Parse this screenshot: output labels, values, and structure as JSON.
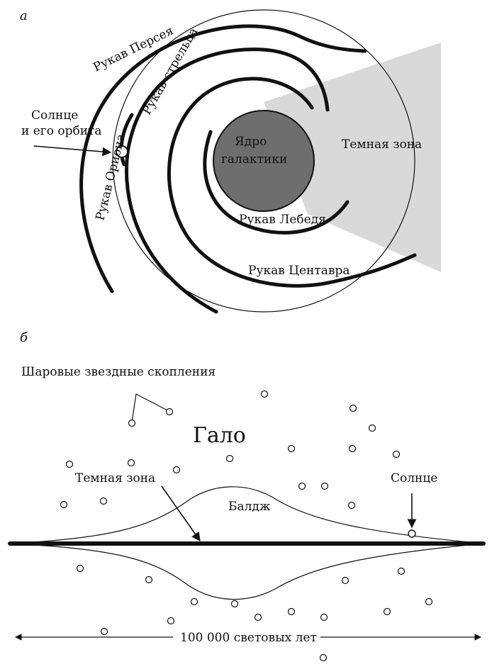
{
  "panel_a": {
    "label": "а",
    "core": "Ядро галактики",
    "core_line1": "Ядро",
    "core_line2": "галактики",
    "dark_zone": "Темная зона",
    "sun_line1": "Солнце",
    "sun_line2": "и его орбита",
    "arm_perseus": "Рукав Персея",
    "arm_sagittarius": "Рукав стрельца",
    "arm_orion": "Рукав Ориона",
    "arm_cygnus": "Рукав Лебедя",
    "arm_centaurus": "Рукав Центавра"
  },
  "panel_b": {
    "label": "б",
    "globular_clusters": "Шаровые звездные скопления",
    "halo": "Гало",
    "dark_zone": "Темная зона",
    "bulge": "Балдж",
    "sun": "Солнце",
    "scale": "100 000 световых лет"
  },
  "colors": {
    "core_fill": "#6e6e6e",
    "dark_zone_fill": "#d9d9d9",
    "ink": "#111111"
  }
}
